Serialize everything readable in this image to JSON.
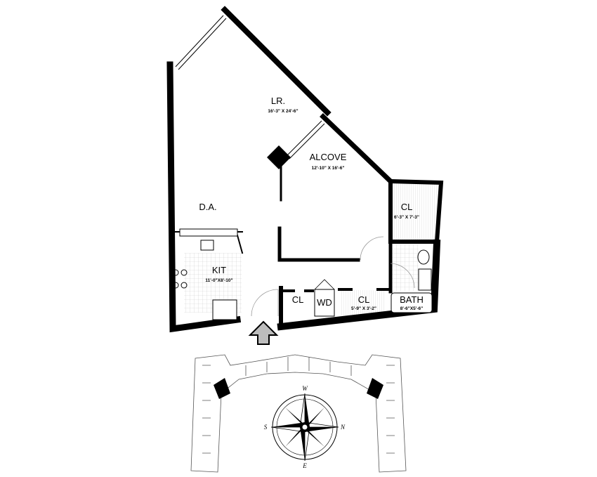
{
  "rooms": {
    "living": {
      "name": "LR.",
      "size": "16'-3\" X 24'-6\""
    },
    "alcove": {
      "name": "ALCOVE",
      "size": "12'-10\" X 16'-6\""
    },
    "dining": {
      "name": "D.A."
    },
    "kitchen": {
      "name": "KIT",
      "size": "11'-0\"X8'-10\""
    },
    "closet_large": {
      "name": "CL",
      "size": "6'-3\" X 7'-3\""
    },
    "closet_small": {
      "name": "CL"
    },
    "washer_dryer": {
      "name": "WD"
    },
    "closet_hall": {
      "name": "CL",
      "size": "5'-9\" X 3'-2\""
    },
    "bath": {
      "name": "BATH",
      "size": "8'-6\"X5'-6\""
    }
  },
  "compass": {
    "west": "W",
    "north": "N",
    "south": "S",
    "east": "E"
  },
  "colors": {
    "wall": "#000000",
    "entry_arrow": "#bdbdbd",
    "unit_highlight": "#000000"
  },
  "icons": {
    "entry": "entry-arrow-icon",
    "compass": "compass-rose-icon"
  }
}
